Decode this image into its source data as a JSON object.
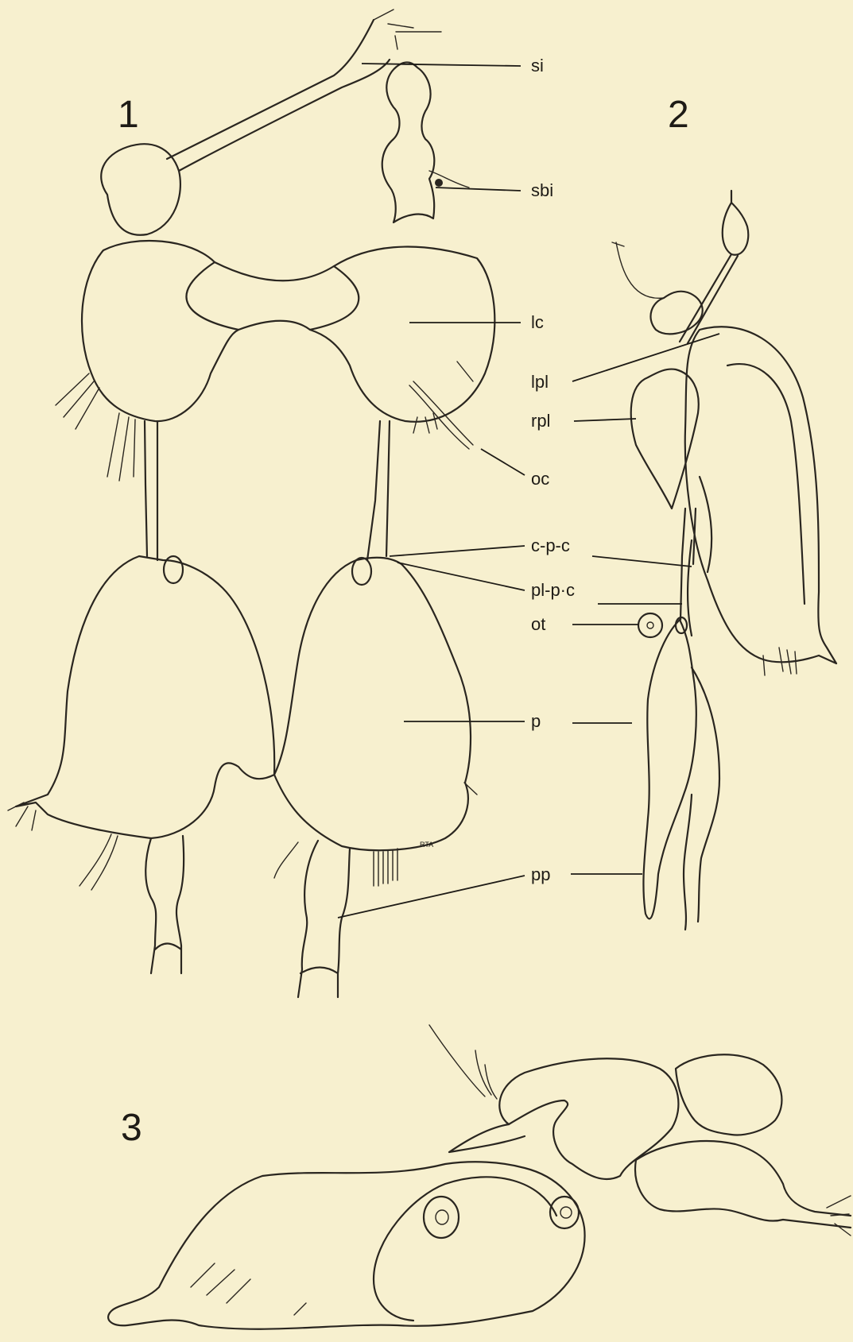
{
  "figures": {
    "fig1": "1",
    "fig2": "2",
    "fig3": "3"
  },
  "labels": {
    "si": "si",
    "sbi": "sbi",
    "lc": "lc",
    "lpl": "lpl",
    "rpl": "rpl",
    "oc": "oc",
    "cpc": "c-p-c",
    "plpc": "pl-p·c",
    "ot": "ot",
    "p": "p",
    "pp": "pp"
  },
  "signature": "RTA"
}
